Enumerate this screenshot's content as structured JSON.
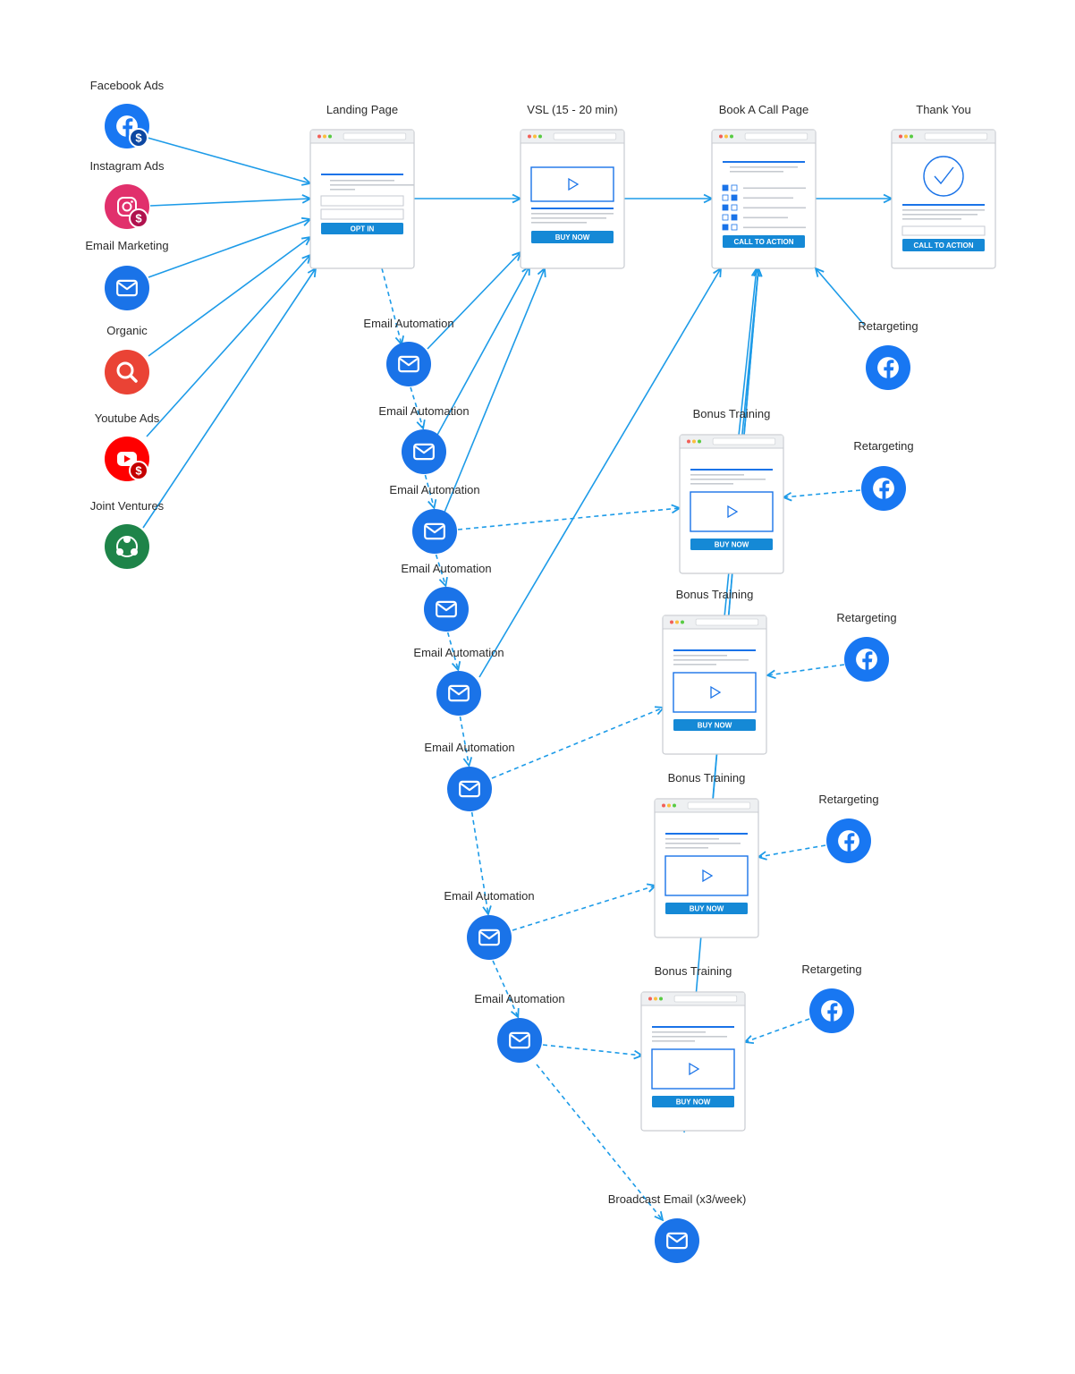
{
  "sources": [
    {
      "label": "Facebook Ads",
      "icon": "facebook-dollar-icon",
      "color": "#1877f2"
    },
    {
      "label": "Instagram Ads",
      "icon": "instagram-dollar-icon",
      "color": "#e1306c"
    },
    {
      "label": "Email Marketing",
      "icon": "email-icon",
      "color": "#1a73e8"
    },
    {
      "label": "Organic",
      "icon": "search-icon",
      "color": "#ea4335"
    },
    {
      "label": "Youtube Ads",
      "icon": "youtube-dollar-icon",
      "color": "#ff0000"
    },
    {
      "label": "Joint Ventures",
      "icon": "share-network-icon",
      "color": "#1e8449"
    }
  ],
  "pages": {
    "landing": {
      "label": "Landing Page",
      "button": "OPT IN"
    },
    "vsl": {
      "label": "VSL (15 - 20 min)",
      "button": "BUY NOW"
    },
    "book_call": {
      "label": "Book A Call Page",
      "button": "CALL TO ACTION"
    },
    "thank_you": {
      "label": "Thank You",
      "button": "CALL TO ACTION"
    }
  },
  "email_automation_label": "Email Automation",
  "bonus_training": {
    "label": "Bonus Training",
    "button": "BUY NOW"
  },
  "retargeting_label": "Retargeting",
  "broadcast": {
    "label": "Broadcast Email (x3/week)"
  },
  "colors": {
    "accent": "#1a73e8",
    "connector": "#1d9be8",
    "button": "#1589d6",
    "frame_border": "#c9ccd1",
    "frame_bar": "#eef0f2"
  }
}
